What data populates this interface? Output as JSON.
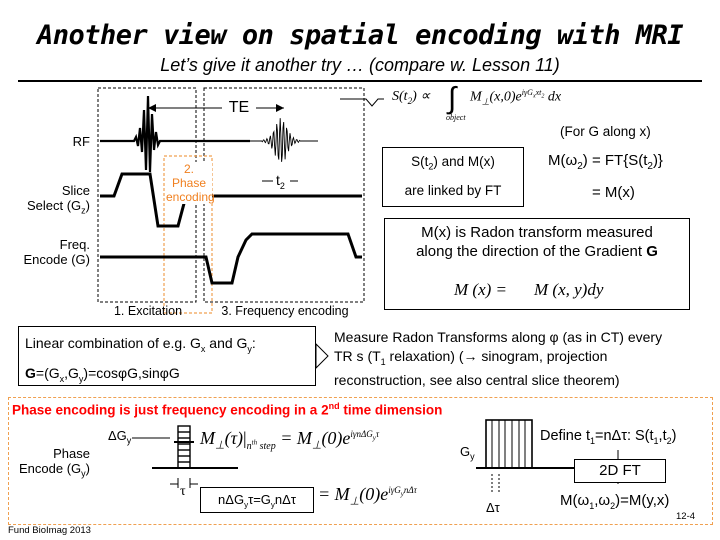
{
  "slide": {
    "title": "Another view on spatial encoding with MRI",
    "subtitle": "Let’s give it another try … (compare w. Lesson 11)",
    "footer_left": "Fund BioImag 2013",
    "page_number": "12-4"
  },
  "sequence_diagram": {
    "te_label": "TE",
    "t2_label": "t",
    "t2_sub": "2",
    "rows": {
      "rf": "RF",
      "slice_line1": "Slice",
      "slice_line2": "Select (G",
      "slice_sub": "z",
      "slice_end": ")",
      "freq_line1": "Freq.",
      "freq_line2": "Encode (G)"
    },
    "step_phase_line1": "2. Phase",
    "step_phase_line2": "encoding",
    "step_excitation": "1. Excitation",
    "step_frequency": "3. Frequency encoding"
  },
  "equations": {
    "signal_lhs": "S(t",
    "signal_lhs_sub": "2",
    "signal_lhs_end": ") ∝",
    "signal_integrand": "M",
    "signal_integrand_sub": "⊥",
    "signal_args": "(x,0)e",
    "signal_exponent": "iγG",
    "signal_exponent_sub": "x",
    "signal_exponent_end": "xt",
    "signal_exponent_sub2": "2",
    "signal_dx": "dx",
    "signal_limit": "object"
  },
  "annotations": {
    "g_along_x": "(For G along x)",
    "ft_relation_pre": "M(",
    "ft_relation_omega": "ω",
    "ft_relation_sub": "2",
    "ft_relation_mid": ") = FT{S(t",
    "ft_relation_sub2": "2",
    "ft_relation_end": ")}",
    "equals_mx": "= M(x)",
    "linked_line1": "S(t",
    "linked_line1_sub": "2",
    "linked_line1_end": ") and M(x)",
    "linked_line2": "are linked by FT",
    "radon_line1": "M(x) is Radon transform measured",
    "radon_line2": "along the direction of the Gradient",
    "radon_bold": "G",
    "radon_eq_lhs": "M (x) =",
    "radon_eq_rhs": "M (x, y)dy",
    "linear_line1_pre": "Linear combination of e.g. G",
    "linear_line1_subx": "x",
    "linear_line1_mid": " and G",
    "linear_line1_suby": "y",
    "linear_line1_end": ":",
    "linear_line2_bold": "G",
    "linear_line2_rest": "=(G",
    "linear_line2_subx": "x",
    "linear_line2_mid": ",G",
    "linear_line2_suby": "y",
    "linear_line2_end": ")=cosφG,sinφG",
    "measure_line1": "Measure Radon Transforms along φ (as in CT) every",
    "measure_line2_pre": "TR s (T",
    "measure_line2_sub": "1",
    "measure_line2_end": " relaxation) (→ sinogram, projection",
    "measure_line3": "reconstruction, see also central slice theorem)"
  },
  "bottom": {
    "heading_pre": "Phase encoding is just frequency encoding in a 2",
    "heading_sup": "nd",
    "heading_end": " time dimension",
    "delta_gy": "ΔG",
    "delta_gy_sub": "y",
    "phase_label_line1": "Phase",
    "phase_label_line2": "Encode (G",
    "phase_label_sub": "y",
    "phase_label_end": ")",
    "tau": "τ",
    "eq1_lhs": "M",
    "eq1_lhs_sub": "⊥",
    "eq1_arg": "(τ)",
    "eq1_eval": "n",
    "eq1_eval_sup": "th",
    "eq1_eval_end": " step",
    "eq1_rhs": "= M",
    "eq1_rhs_sub": "⊥",
    "eq1_rhs_end": "(0)e",
    "eq1_exp": "iγnΔG",
    "eq1_exp_sub": "y",
    "eq1_exp_end": "τ",
    "ndg_line": "nΔG",
    "ndg_sub": "y",
    "ndg_mid": "τ=G",
    "ndg_sub2": "y",
    "ndg_end": "nΔτ",
    "eq2_rhs": "= M",
    "eq2_rhs_sub": "⊥",
    "eq2_rhs_end": "(0)e",
    "eq2_exp": "iγG",
    "eq2_exp_sub": "y",
    "eq2_exp_end": "nΔτ",
    "gy_label": "G",
    "gy_sub": "y",
    "dtau": "Δτ",
    "define_pre": "Define t",
    "define_sub": "1",
    "define_mid": "=nΔτ: S(t",
    "define_sub2": "1",
    "define_end": ",t",
    "define_sub3": "2",
    "define_close": ")",
    "ft2d": "2D FT",
    "result_pre": "M(ω",
    "result_sub1": "1",
    "result_mid": ",ω",
    "result_sub2": "2",
    "result_end": ")=M(y,x)"
  },
  "colors": {
    "orange_dashed": "#f0a050",
    "heading_red": "#ff0000",
    "phase_text_orange": "#f08020"
  }
}
